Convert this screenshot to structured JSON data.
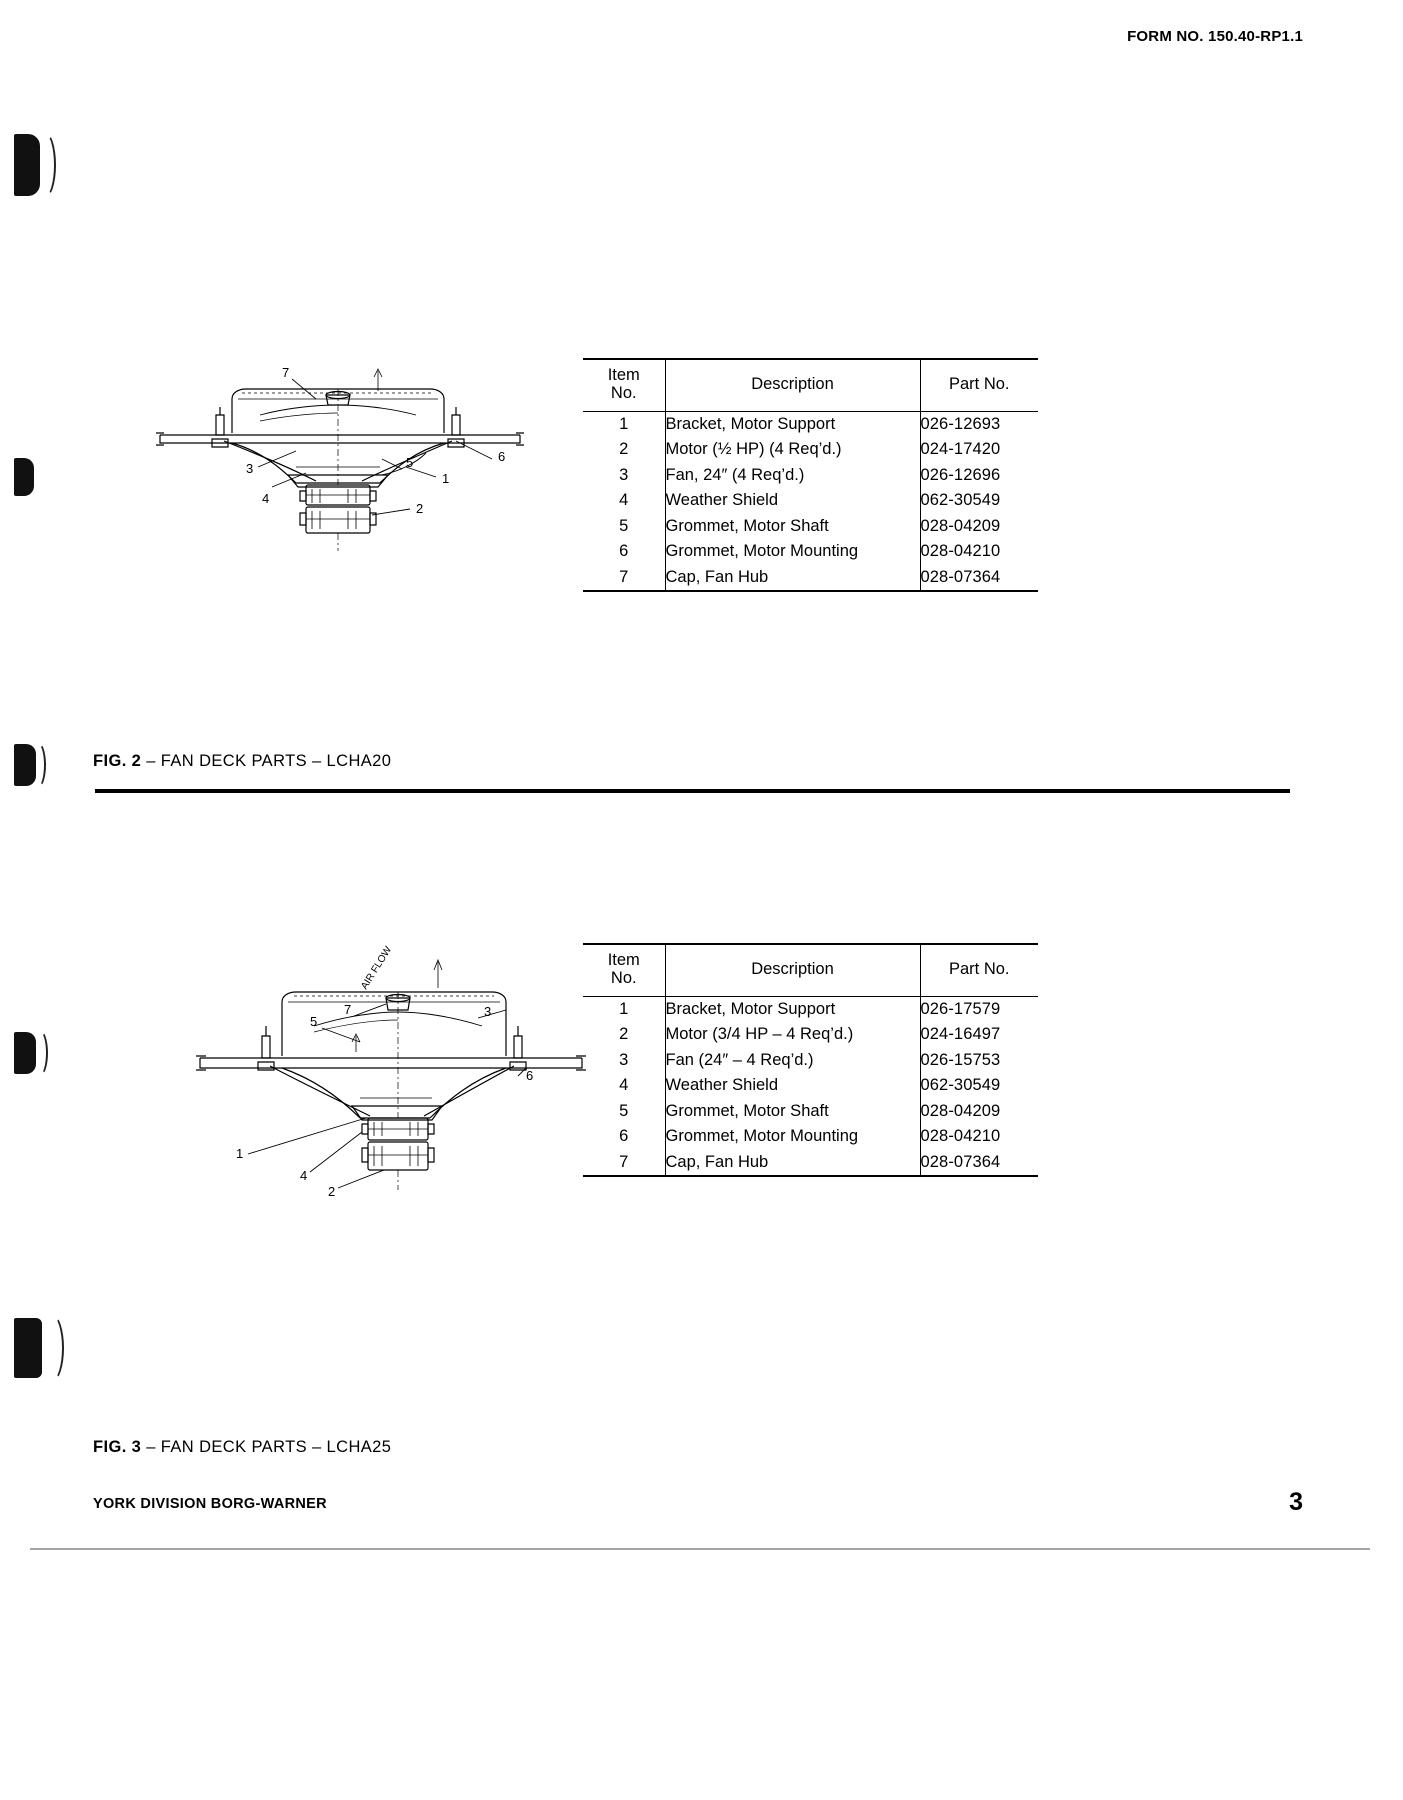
{
  "header": {
    "form_no": "FORM NO. 150.40-RP1.1"
  },
  "table_headers": {
    "item_no_line1": "Item",
    "item_no_line2": "No.",
    "description": "Description",
    "part_no": "Part No."
  },
  "figures": [
    {
      "id": "fig2",
      "label": "FIG. 2",
      "dash": "–",
      "title": "FAN DECK PARTS",
      "model": "LCHA20",
      "caption": "FIG. 2 – FAN DECK PARTS – LCHA20",
      "callouts": [
        "1",
        "2",
        "3",
        "4",
        "5",
        "6",
        "7"
      ],
      "parts": [
        {
          "item": "1",
          "description": "Bracket, Motor Support",
          "part_no": "026-12693"
        },
        {
          "item": "2",
          "description": "Motor (½ HP)  (4 Req’d.)",
          "part_no": "024-17420"
        },
        {
          "item": "3",
          "description": "Fan, 24″  (4 Req’d.)",
          "part_no": "026-12696"
        },
        {
          "item": "4",
          "description": "Weather Shield",
          "part_no": "062-30549"
        },
        {
          "item": "5",
          "description": "Grommet, Motor Shaft",
          "part_no": "028-04209"
        },
        {
          "item": "6",
          "description": "Grommet, Motor Mounting",
          "part_no": "028-04210"
        },
        {
          "item": "7",
          "description": "Cap, Fan Hub",
          "part_no": "028-07364"
        }
      ]
    },
    {
      "id": "fig3",
      "label": "FIG. 3",
      "dash": "–",
      "title": "FAN DECK PARTS",
      "model": "LCHA25",
      "caption": "FIG. 3 – FAN DECK PARTS – LCHA25",
      "callouts": [
        "1",
        "2",
        "3",
        "4",
        "5",
        "6",
        "7"
      ],
      "air_flow_label": "AIR FLOW",
      "parts": [
        {
          "item": "1",
          "description": "Bracket, Motor Support",
          "part_no": "026-17579"
        },
        {
          "item": "2",
          "description": "Motor  (3/4 HP – 4 Req’d.)",
          "part_no": "024-16497"
        },
        {
          "item": "3",
          "description": "Fan (24″ – 4 Req’d.)",
          "part_no": "026-15753"
        },
        {
          "item": "4",
          "description": "Weather Shield",
          "part_no": "062-30549"
        },
        {
          "item": "5",
          "description": "Grommet, Motor Shaft",
          "part_no": "028-04209"
        },
        {
          "item": "6",
          "description": "Grommet, Motor Mounting",
          "part_no": "028-04210"
        },
        {
          "item": "7",
          "description": "Cap, Fan Hub",
          "part_no": "028-07364"
        }
      ]
    }
  ],
  "footer": {
    "company": "YORK DIVISION BORG-WARNER",
    "page_number": "3"
  }
}
